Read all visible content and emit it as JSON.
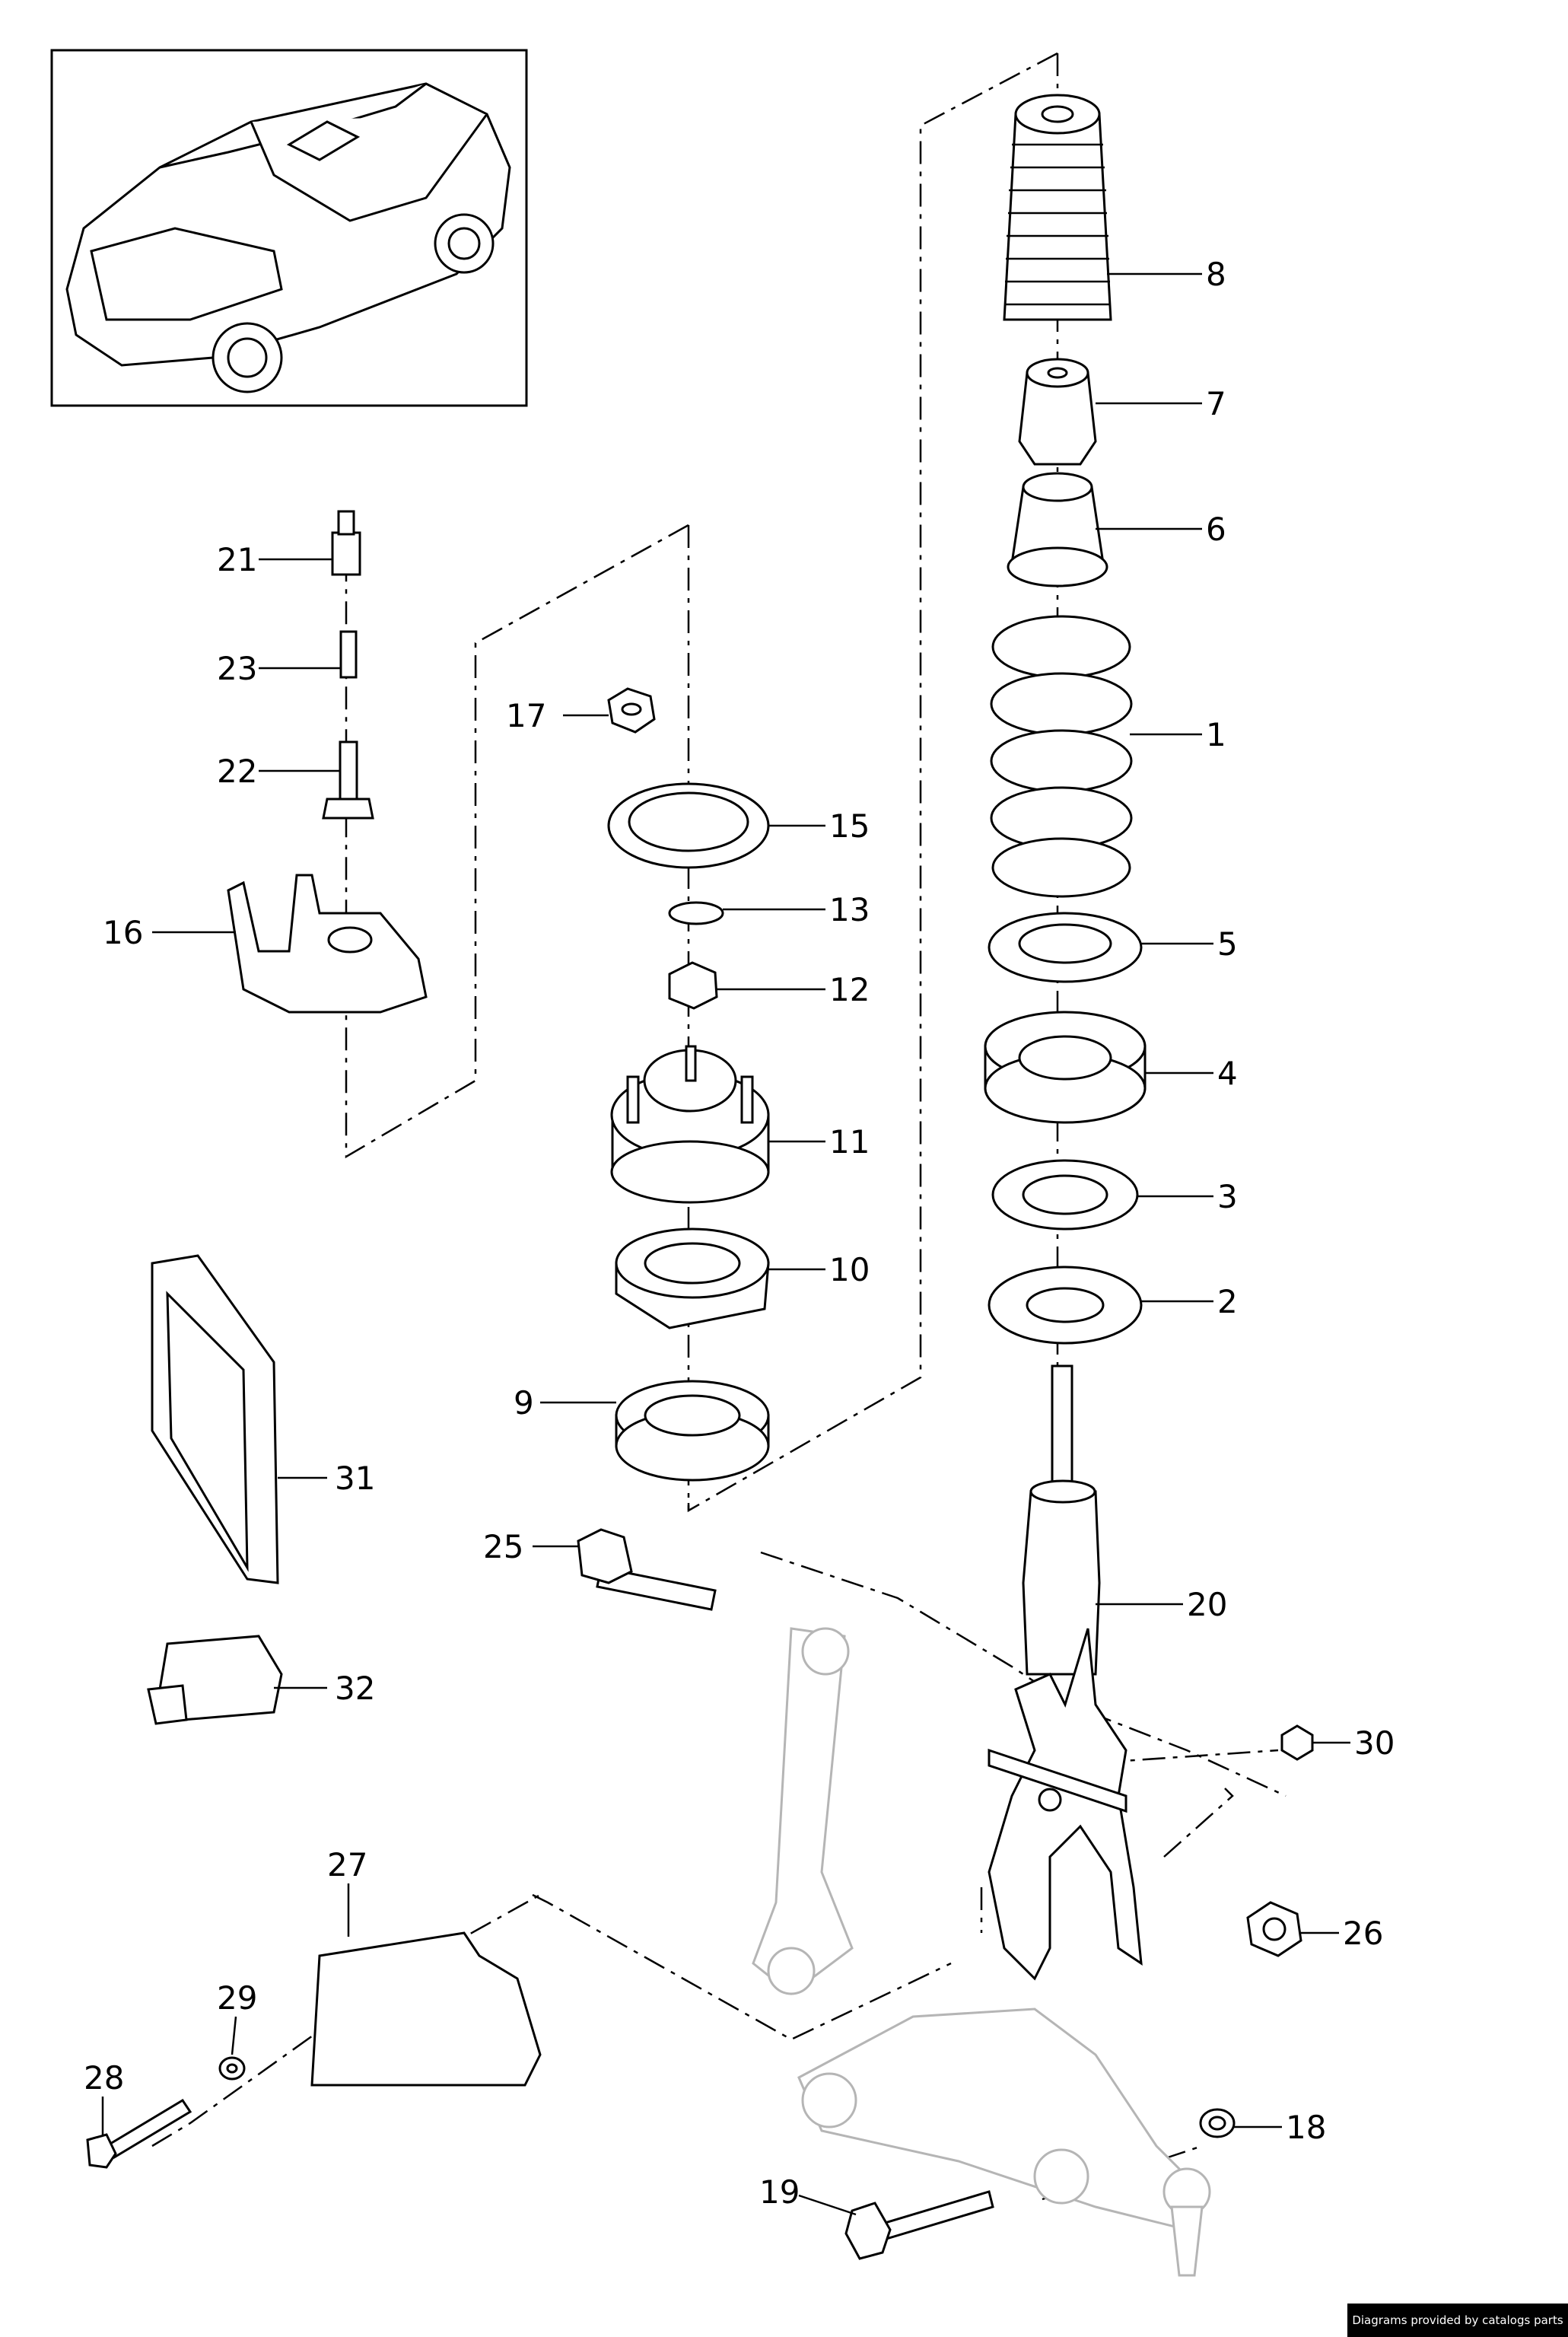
{
  "credit": "Diagrams provided by catalogs parts",
  "callouts": [
    "1",
    "2",
    "3",
    "4",
    "5",
    "6",
    "7",
    "8",
    "9",
    "10",
    "11",
    "12",
    "13",
    "15",
    "16",
    "17",
    "18",
    "19",
    "20",
    "21",
    "22",
    "23",
    "25",
    "26",
    "27",
    "28",
    "29",
    "30",
    "31",
    "32"
  ]
}
